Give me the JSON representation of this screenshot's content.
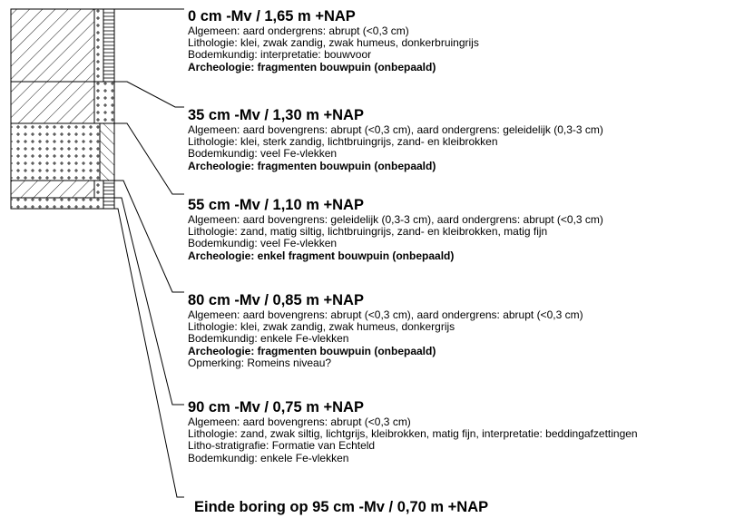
{
  "layers": [
    {
      "title": "0 cm -Mv / 1,65 m +NAP",
      "lines": [
        {
          "text": "Algemeen: aard ondergrens: abrupt (<0,3 cm)",
          "bold": false
        },
        {
          "text": "Lithologie: klei, zwak zandig, zwak humeus, donkerbruingrijs",
          "bold": false
        },
        {
          "text": "Bodemkundig: interpretatie: bouwvoor",
          "bold": false
        },
        {
          "text": "Archeologie: fragmenten bouwpuin (onbepaald)",
          "bold": true
        }
      ]
    },
    {
      "title": "35 cm -Mv / 1,30 m +NAP",
      "lines": [
        {
          "text": "Algemeen: aard bovengrens: abrupt (<0,3 cm), aard ondergrens: geleidelijk (0,3-3 cm)",
          "bold": false
        },
        {
          "text": "Lithologie: klei, sterk zandig, lichtbruingrijs, zand- en kleibrokken",
          "bold": false
        },
        {
          "text": "Bodemkundig: veel Fe-vlekken",
          "bold": false
        },
        {
          "text": "Archeologie: fragmenten bouwpuin (onbepaald)",
          "bold": true
        }
      ]
    },
    {
      "title": "55 cm -Mv / 1,10 m +NAP",
      "lines": [
        {
          "text": "Algemeen: aard bovengrens: geleidelijk (0,3-3 cm), aard ondergrens: abrupt (<0,3 cm)",
          "bold": false
        },
        {
          "text": "Lithologie: zand, matig siltig, lichtbruingrijs, zand- en kleibrokken, matig fijn",
          "bold": false
        },
        {
          "text": "Bodemkundig: veel Fe-vlekken",
          "bold": false
        },
        {
          "text": "Archeologie: enkel fragment bouwpuin (onbepaald)",
          "bold": true
        }
      ]
    },
    {
      "title": "80 cm -Mv / 0,85 m +NAP",
      "lines": [
        {
          "text": "Algemeen: aard bovengrens: abrupt (<0,3 cm), aard ondergrens: abrupt (<0,3 cm)",
          "bold": false
        },
        {
          "text": "Lithologie: klei, zwak zandig, zwak humeus, donkergrijs",
          "bold": false
        },
        {
          "text": "Bodemkundig: enkele Fe-vlekken",
          "bold": false
        },
        {
          "text": "Archeologie: fragmenten bouwpuin (onbepaald)",
          "bold": true
        },
        {
          "text": "Opmerking: Romeins niveau?",
          "bold": false
        }
      ]
    },
    {
      "title": "90 cm -Mv / 0,75 m +NAP",
      "lines": [
        {
          "text": "Algemeen: aard bovengrens: abrupt (<0,3 cm)",
          "bold": false
        },
        {
          "text": "Lithologie: zand, zwak siltig, lichtgrijs, kleibrokken, matig fijn, interpretatie: beddingafzettingen",
          "bold": false
        },
        {
          "text": "Litho-stratigrafie: Formatie van Echteld",
          "bold": false
        },
        {
          "text": "Bodemkundig: enkele Fe-vlekken",
          "bold": false
        }
      ]
    }
  ],
  "end_label": "Einde boring op 95 cm -Mv / 0,70 m +NAP",
  "colors": {
    "ink": "#000000",
    "background": "#ffffff"
  }
}
